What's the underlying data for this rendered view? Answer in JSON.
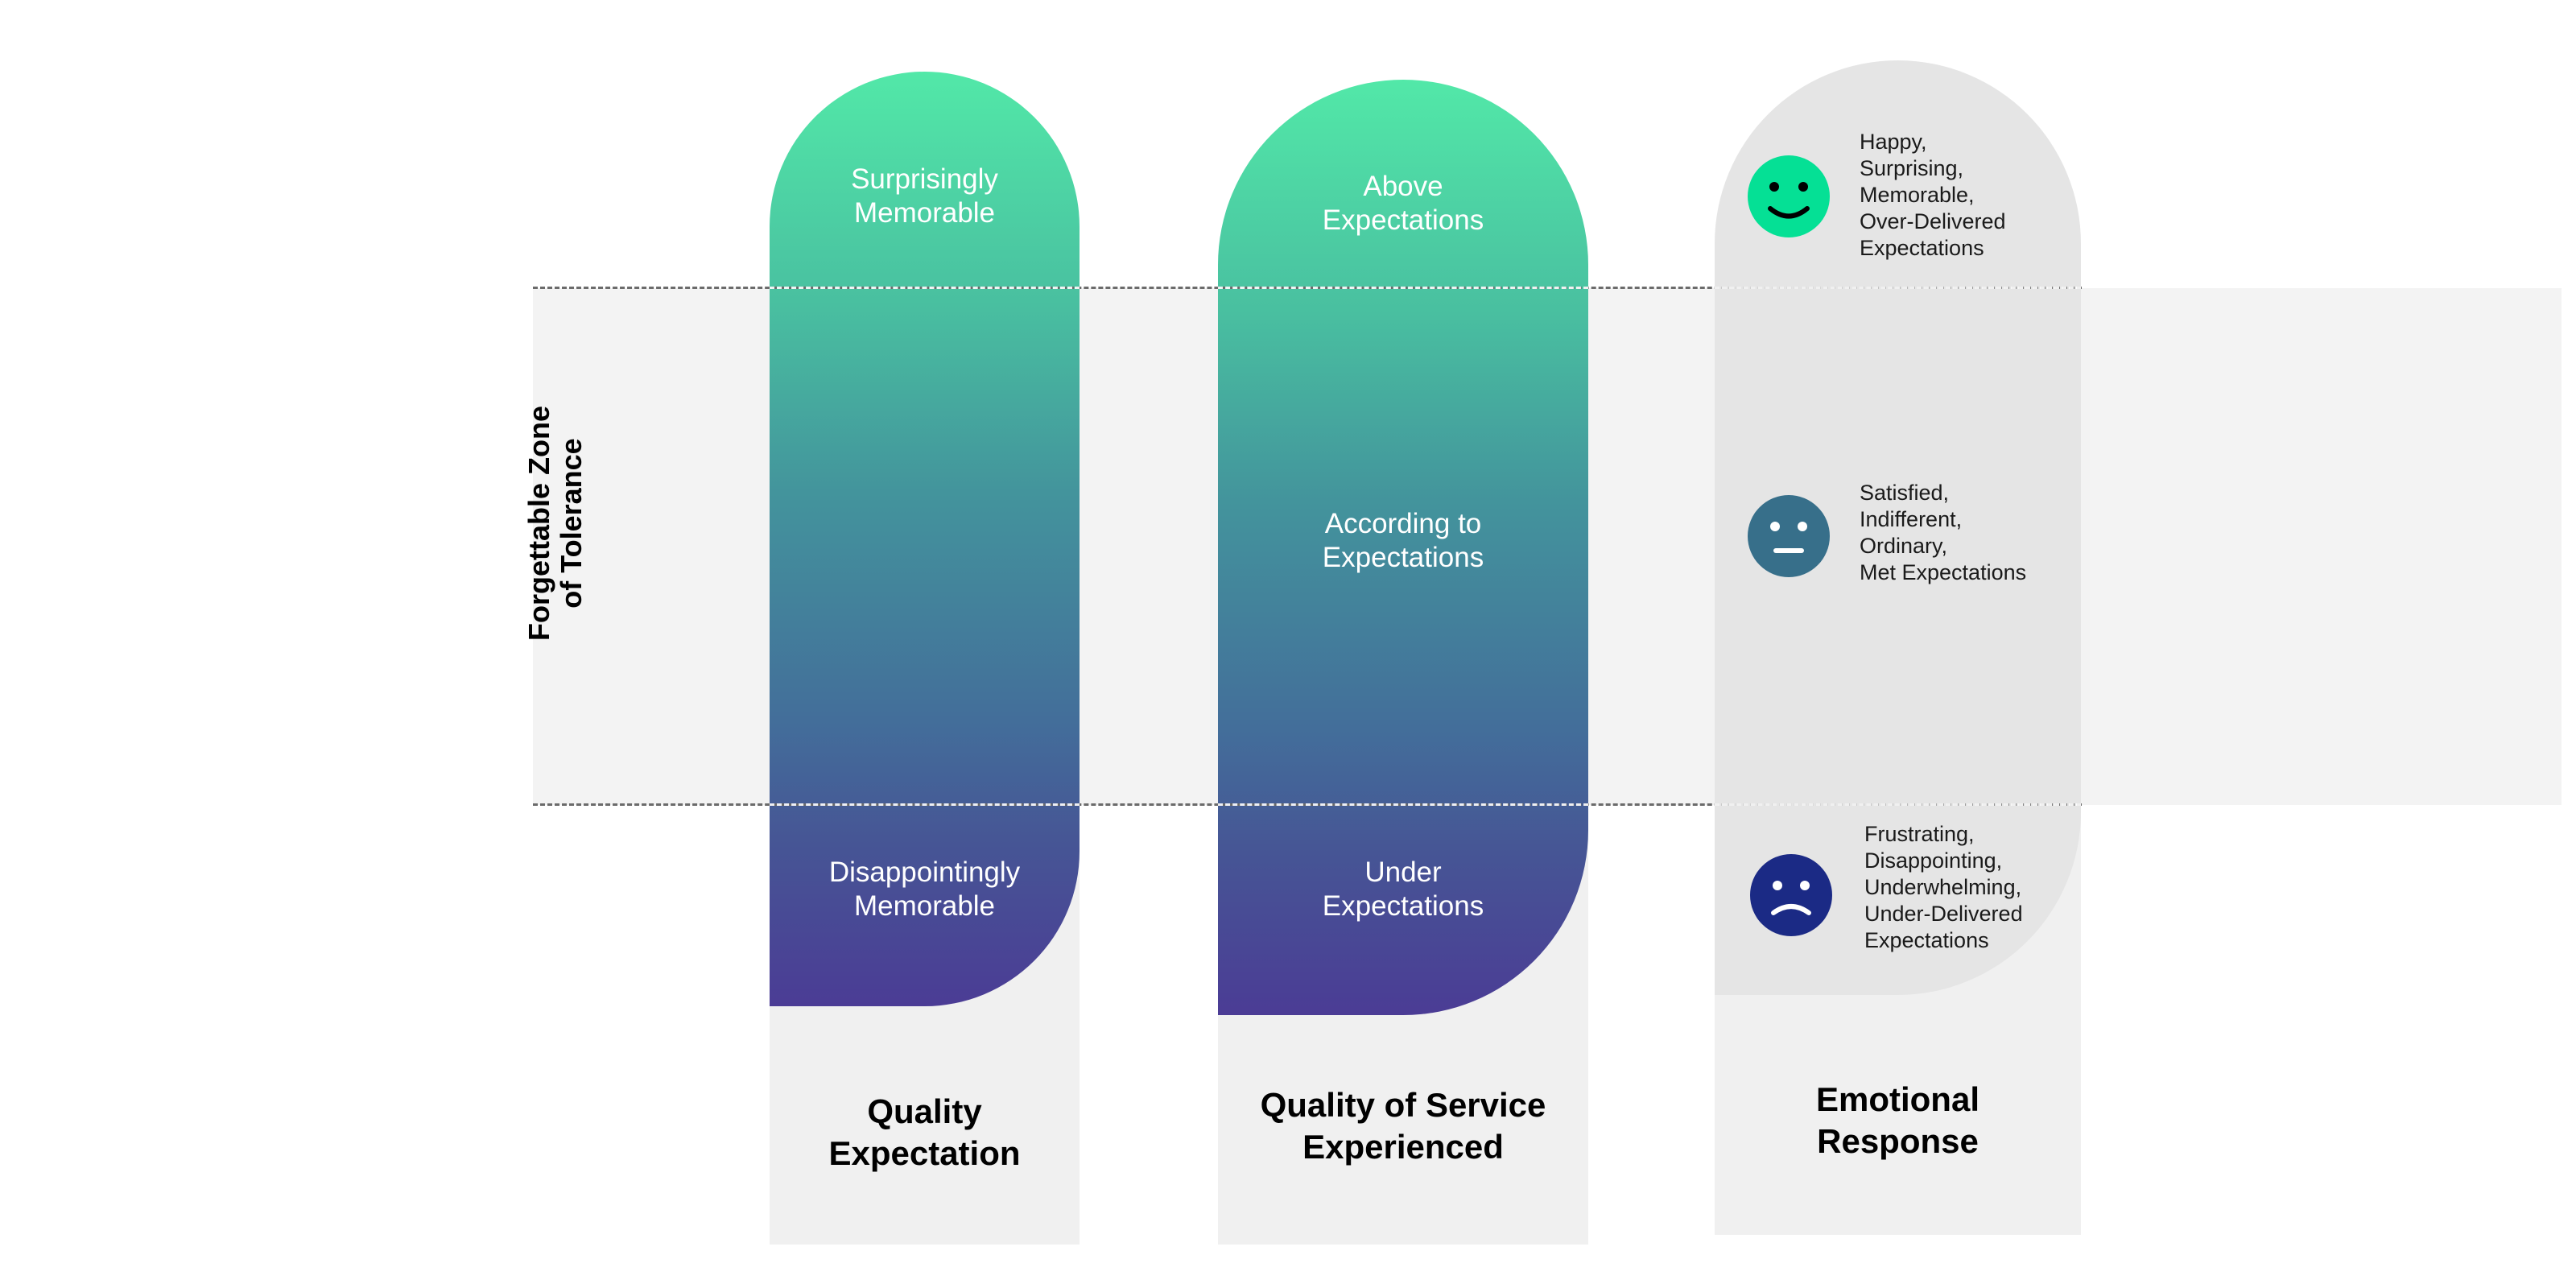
{
  "zone_label": [
    "Forgettable Zone",
    "of Tolerance"
  ],
  "columns": [
    {
      "title": [
        "Quality",
        "Expectation"
      ],
      "top": [
        "Surprisingly",
        "Memorable"
      ],
      "mid": [
        "",
        ""
      ],
      "bottom": [
        "Disappointingly",
        "Memorable"
      ]
    },
    {
      "title": [
        "Quality of Service",
        "Experienced"
      ],
      "top": [
        "Above",
        "Expectations"
      ],
      "mid": [
        "According to",
        "Expectations"
      ],
      "bottom": [
        "Under",
        "Expectations"
      ]
    },
    {
      "title": [
        "Emotional",
        "Response"
      ]
    }
  ],
  "emotions": [
    {
      "face": "happy-face-icon",
      "color": "#05e095",
      "lines": [
        "Happy,",
        "Surprising,",
        "Memorable,",
        "Over-Delivered",
        "Expectations"
      ]
    },
    {
      "face": "neutral-face-icon",
      "color": "#376f8a",
      "lines": [
        "Satisfied,",
        "Indifferent,",
        "Ordinary,",
        "Met Expectations"
      ]
    },
    {
      "face": "sad-face-icon",
      "color": "#1b2a85",
      "lines": [
        "Frustrating,",
        "Disappointing,",
        "Underwhelming,",
        "Under-Delivered",
        "Expectations"
      ]
    }
  ]
}
